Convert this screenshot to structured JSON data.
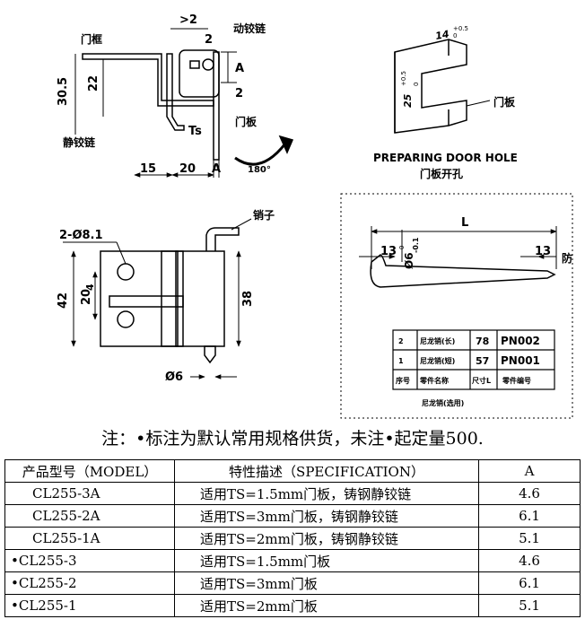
{
  "drawing": {
    "top_left": {
      "gt2": ">2",
      "dim_2_top": "2",
      "dong_jiao_lian": "动铰链",
      "men_kuang": "门框",
      "dim_A_side": "A",
      "dim_2_mid": "2",
      "dim_30_5": "30.5",
      "dim_22": "22",
      "jing_jiao_lian": "静铰链",
      "ts": "Ts",
      "men_ban": "门板",
      "dim_15": "15",
      "dim_20": "20",
      "dim_A_bottom": "A",
      "angle_180": "180°"
    },
    "top_right": {
      "dim_14": "14",
      "tol_14_upper": "+0.5",
      "tol_14_lower": "0",
      "dim_25": "25",
      "tol_25_upper": "+0.5",
      "tol_25_lower": "0",
      "men_ban": "门板",
      "title_en": "PREPARING DOOR HOLE",
      "title_cn": "门板开孔"
    },
    "bottom_left": {
      "xiao_zi": "销子",
      "hole": "2-Ø8.1",
      "dim_42": "42",
      "dim_20": "20",
      "dim_4": "4",
      "dim_38": "38",
      "dim_6": "Ø6"
    },
    "bottom_right": {
      "dim_L": "L",
      "dim_13_left": "13",
      "dim_13_right": "13",
      "dim_phi6": "Ø6",
      "tol_phi6_upper": "0",
      "tol_phi6_lower": "-0.1",
      "fang": "防",
      "parts_table": {
        "rows": [
          [
            "2",
            "尼龙销(长)",
            "78",
            "PN002"
          ],
          [
            "1",
            "尼龙销(短)",
            "57",
            "PN001"
          ]
        ],
        "header": [
          "序号",
          "零件名称",
          "尺寸L",
          "零件编号"
        ],
        "caption": "尼龙销(选用)"
      }
    }
  },
  "note": "注：•标注为默认常用规格供货，未注•起定量500.",
  "spec_table": {
    "headers": [
      "产品型号（MODEL）",
      "特性描述（SPECIFICATION）",
      "A"
    ],
    "rows": [
      {
        "model": "CL255-3A",
        "spec": "适用TS=1.5mm门板，铸钢静铰链",
        "a": "4.6"
      },
      {
        "model": "CL255-2A",
        "spec": "适用TS=3mm门板，铸钢静铰链",
        "a": "6.1"
      },
      {
        "model": "CL255-1A",
        "spec": "适用TS=2mm门板，铸钢静铰链",
        "a": "5.1"
      },
      {
        "model": "•CL255-3",
        "spec": "适用TS=1.5mm门板",
        "a": "4.6"
      },
      {
        "model": "•CL255-2",
        "spec": "适用TS=3mm门板",
        "a": "6.1"
      },
      {
        "model": "•CL255-1",
        "spec": "适用TS=2mm门板",
        "a": "5.1"
      }
    ]
  }
}
